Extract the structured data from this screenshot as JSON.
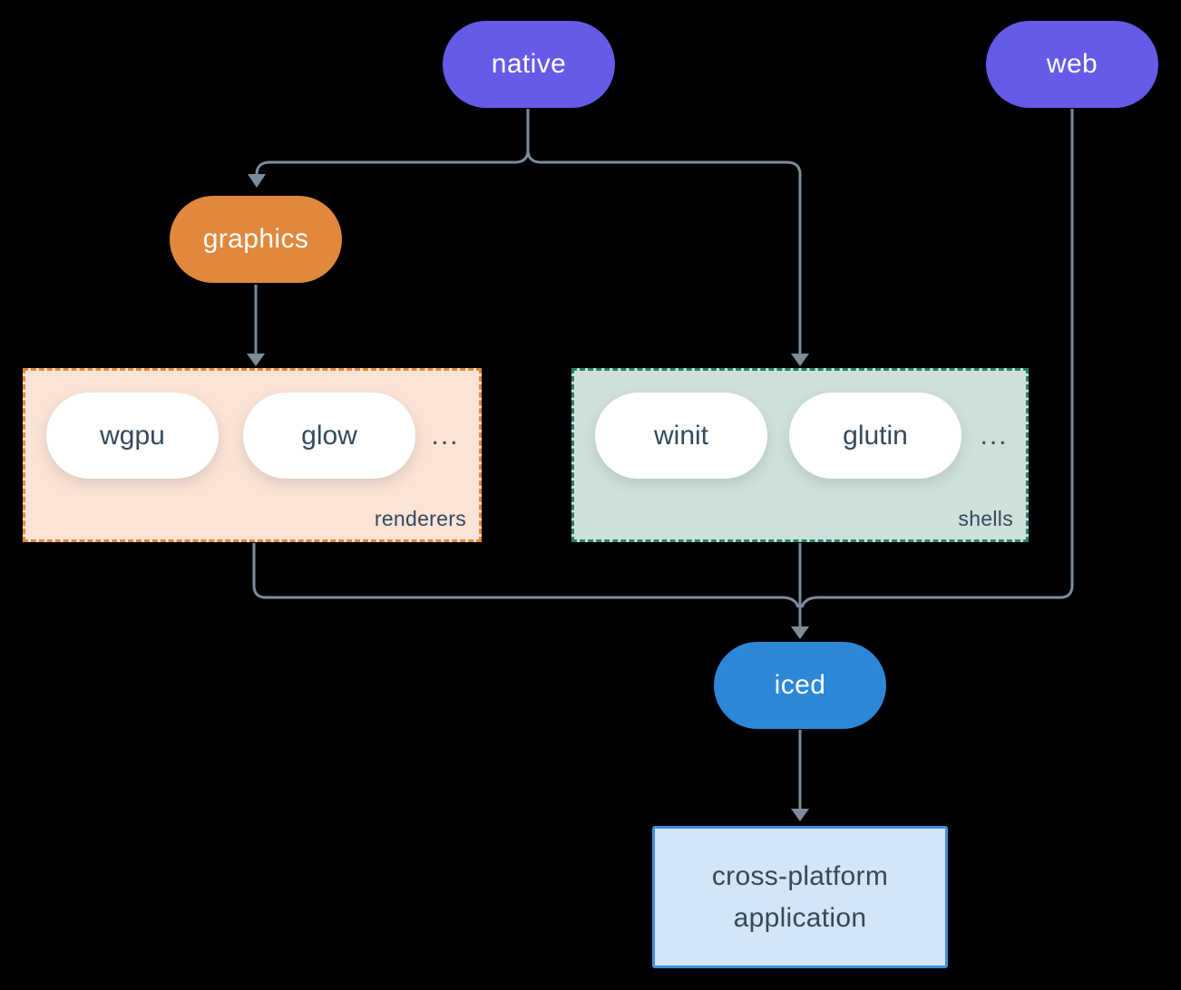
{
  "colors": {
    "background": "#000000",
    "purple": "#655be8",
    "orange": "#e2883c",
    "blue": "#2c87d7",
    "line-gray": "#7d8c9b",
    "peach-bg": "#fbe3d6",
    "sage-bg": "#cfe0d9",
    "teal-border": "#26806e",
    "lightblue-bg": "#d3e5f7",
    "blue-border": "#3f8fdc",
    "dark-text": "#334a5e",
    "white-text": "#ffffff"
  },
  "nodes": {
    "native": {
      "label": "native"
    },
    "web": {
      "label": "web"
    },
    "graphics": {
      "label": "graphics"
    },
    "iced": {
      "label": "iced"
    }
  },
  "groups": {
    "renderers": {
      "label": "renderers",
      "pills": [
        "wgpu",
        "glow"
      ],
      "ellipsis": "..."
    },
    "shells": {
      "label": "shells",
      "pills": [
        "winit",
        "glutin"
      ],
      "ellipsis": "..."
    }
  },
  "application": {
    "label": "cross-platform application"
  }
}
